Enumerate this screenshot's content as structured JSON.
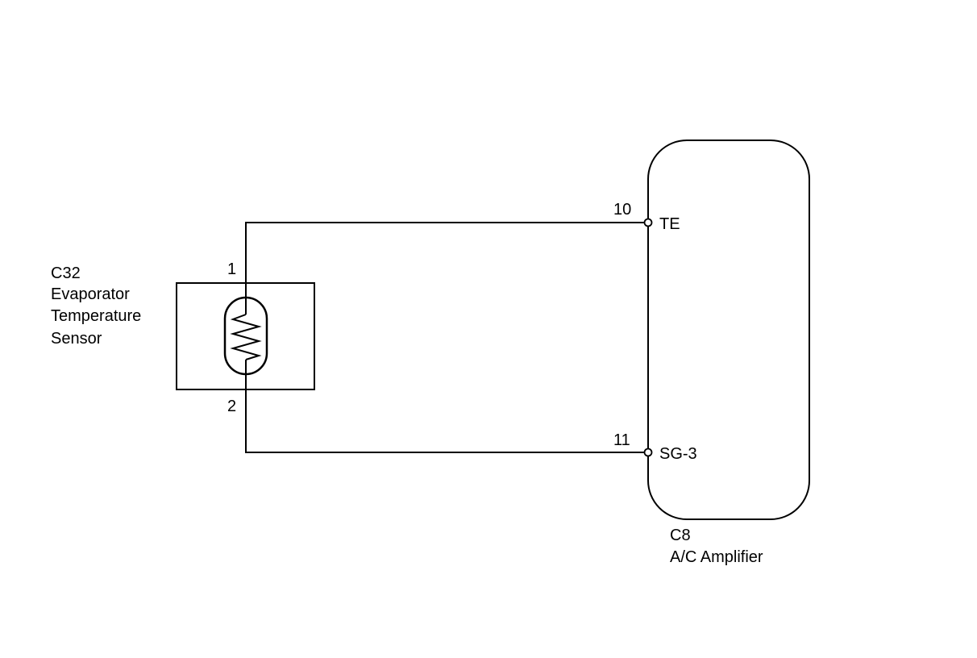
{
  "sensor": {
    "code": "C32",
    "name_lines": [
      "Evaporator",
      "Temperature",
      "Sensor"
    ],
    "pins": {
      "top": "1",
      "bottom": "2"
    }
  },
  "amplifier": {
    "code": "C8",
    "name": "A/C Amplifier",
    "terminals": [
      {
        "pin": "10",
        "label": "TE"
      },
      {
        "pin": "11",
        "label": "SG-3"
      }
    ]
  },
  "colors": {
    "line": "#000000",
    "background": "#ffffff"
  }
}
